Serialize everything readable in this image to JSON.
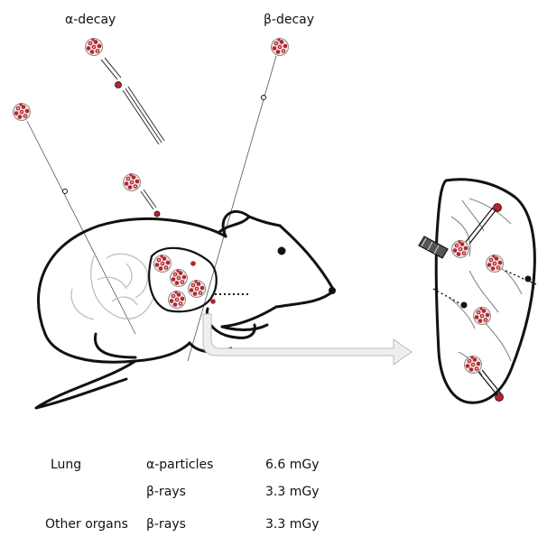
{
  "diagram": {
    "alpha_title": "α-decay",
    "beta_title": "β-decay",
    "colors": {
      "particle": "#b3262e",
      "stroke": "#111111",
      "arrow": "#e6e6e6"
    }
  },
  "dose_table": {
    "rows": [
      {
        "organ": "Lung",
        "radiation": "α-particles",
        "dose": "6.6 mGy"
      },
      {
        "organ": "",
        "radiation": "β-rays",
        "dose": "3.3 mGy"
      },
      {
        "organ": "Other organs",
        "radiation": "β-rays",
        "dose": "3.3 mGy"
      }
    ]
  }
}
